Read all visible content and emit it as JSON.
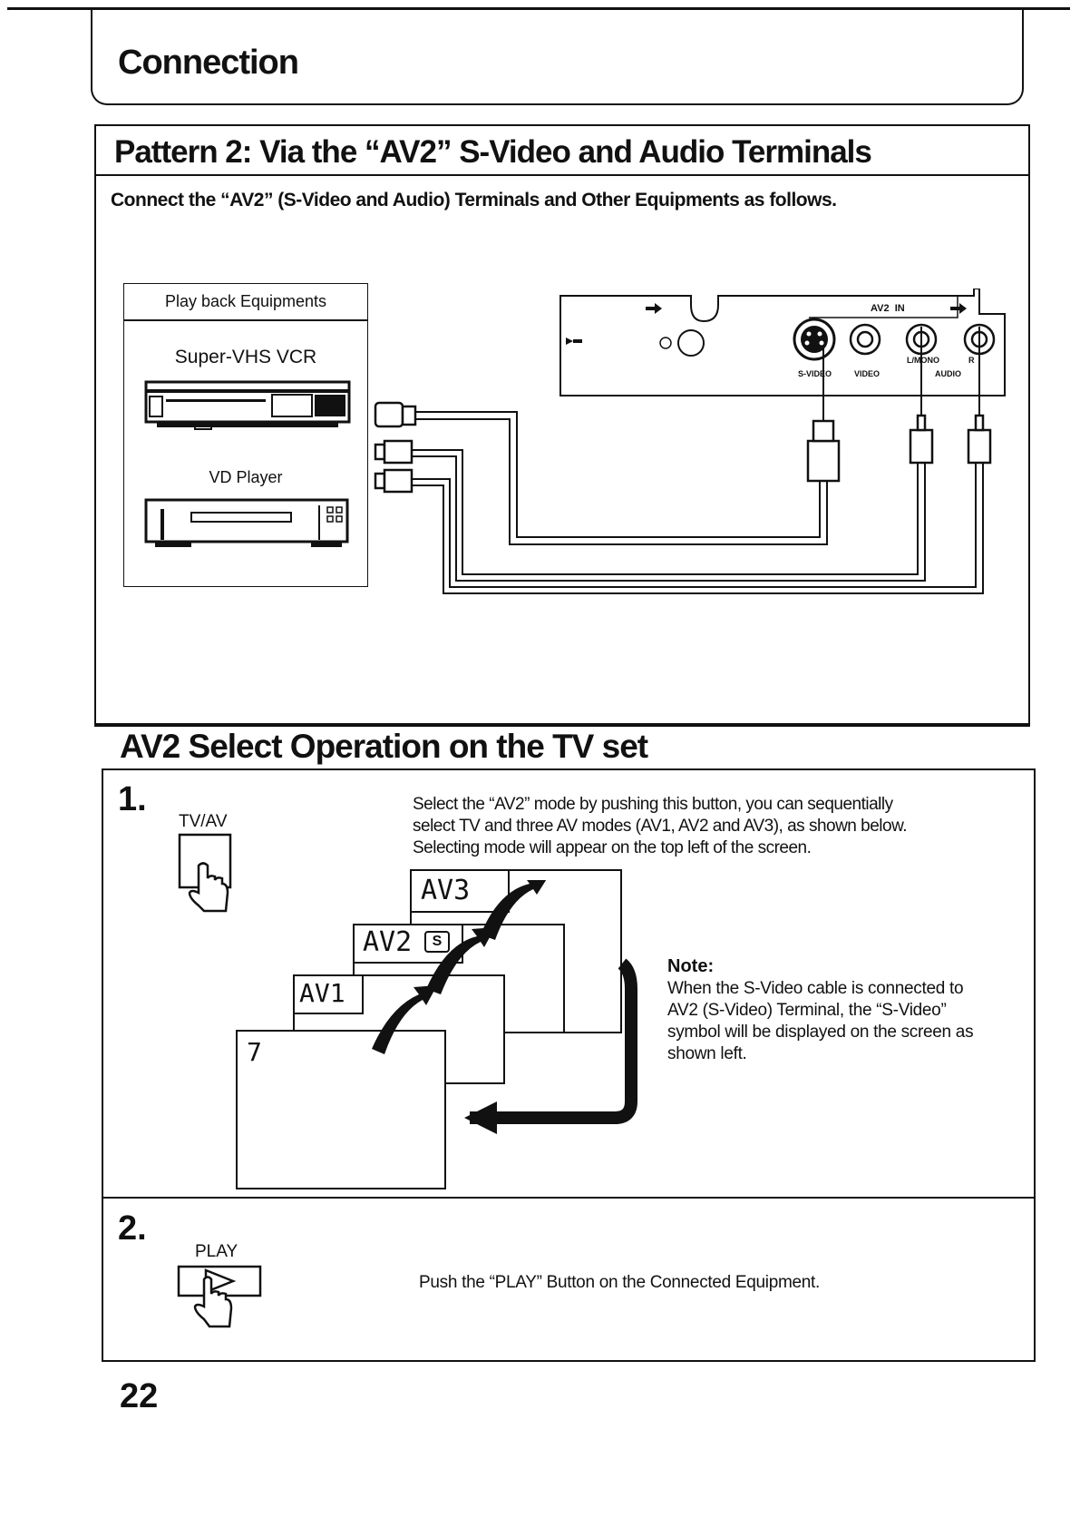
{
  "header": {
    "title": "Connection"
  },
  "pattern": {
    "title": "Pattern 2: Via the “AV2” S-Video and Audio Terminals",
    "subtitle": "Connect the “AV2” (S-Video and Audio) Terminals and Other Equipments as follows."
  },
  "equipment": {
    "box_title": "Play back Equipments",
    "device1": "Super-VHS VCR",
    "device2": "VD Player"
  },
  "panel": {
    "group_label": "AV2  IN",
    "svideo": "S-VIDEO",
    "video": "VIDEO",
    "lmono": "L/MONO",
    "audio": "AUDIO",
    "r": "R"
  },
  "select_section": {
    "title": "AV2 Select Operation on the TV set"
  },
  "step1": {
    "number": "1.",
    "button_label": "TV/AV",
    "text_line1": "Select the “AV2” mode by pushing this button, you can sequentially",
    "text_line2": "select TV and three AV modes (AV1, AV2 and AV3), as shown below.",
    "text_line3": "Selecting mode will appear on the top left of the screen.",
    "screens": {
      "tv": "7",
      "av1": "AV1",
      "av2": "AV2",
      "av3": "AV3",
      "svideo_symbol": "S"
    },
    "note_title": "Note:",
    "note_line1": "When the S-Video cable is connected to",
    "note_line2": "AV2 (S-Video) Terminal, the “S-Video”",
    "note_line3": "symbol will be displayed on the screen as",
    "note_line4": "shown left."
  },
  "step2": {
    "number": "2.",
    "button_label": "PLAY",
    "text": "Push the “PLAY” Button on the Connected Equipment."
  },
  "footer": {
    "page_number": "22"
  }
}
